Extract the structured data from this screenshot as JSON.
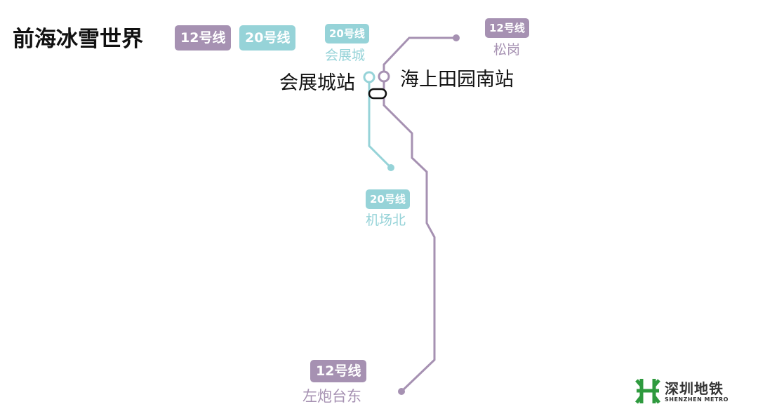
{
  "title": "前海冰雪世界",
  "legend": [
    {
      "label": "12号线",
      "color": "#a691b2"
    },
    {
      "label": "20号线",
      "color": "#96d3d8"
    }
  ],
  "stations": {
    "left": "会展城站",
    "right": "海上田园南站"
  },
  "terminals": [
    {
      "line": "20号线",
      "name": "会展城"
    },
    {
      "line": "12号线",
      "name": "松岗"
    },
    {
      "line": "20号线",
      "name": "机场北"
    },
    {
      "line": "12号线",
      "name": "左炮台东"
    }
  ],
  "logo": {
    "cn": "深圳地铁",
    "en": "SHENZHEN METRO",
    "color": "#2e9a3e"
  }
}
